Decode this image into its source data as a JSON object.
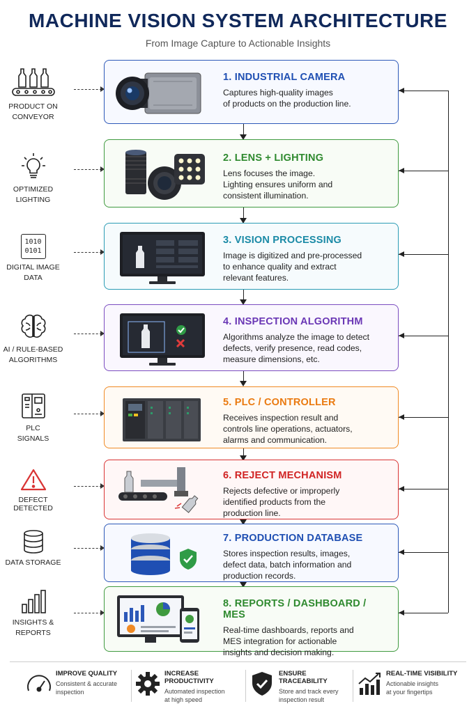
{
  "title": "MACHINE VISION SYSTEM ARCHITECTURE",
  "subtitle": "From Image Capture to Actionable Insights",
  "sides": [
    {
      "line1": "PRODUCT ON",
      "line2": "CONVEYOR",
      "icon": "bottles-conveyor-icon"
    },
    {
      "line1": "OPTIMIZED",
      "line2": "LIGHTING",
      "icon": "lightbulb-icon"
    },
    {
      "line1": "DIGITAL IMAGE",
      "line2": "DATA",
      "icon": "binary-data-icon",
      "bits1": "1010",
      "bits2": "0101"
    },
    {
      "line1": "AI / RULE-BASED",
      "line2": "ALGORITHMS",
      "icon": "brain-icon"
    },
    {
      "line1": "PLC",
      "line2": "SIGNALS",
      "icon": "plc-module-icon"
    },
    {
      "line1": "DEFECT DETECTED",
      "line2": "",
      "icon": "warning-icon"
    },
    {
      "line1": "DATA STORAGE",
      "line2": "",
      "icon": "database-icon"
    },
    {
      "line1": "INSIGHTS &",
      "line2": "REPORTS",
      "icon": "bar-chart-icon"
    }
  ],
  "steps": [
    {
      "title": "1. INDUSTRIAL CAMERA",
      "l1": "Captures high-quality images",
      "l2": "of products on the production line.",
      "l3": "",
      "l4": ""
    },
    {
      "title": "2. LENS + LIGHTING",
      "l1": "Lens focuses the image.",
      "l2": "Lighting ensures uniform and",
      "l3": "consistent illumination.",
      "l4": ""
    },
    {
      "title": "3. VISION PROCESSING",
      "l1": "Image is digitized and pre-processed",
      "l2": "to enhance quality and extract",
      "l3": "relevant features.",
      "l4": ""
    },
    {
      "title": "4. INSPECTION ALGORITHM",
      "l1": "Algorithms analyze the image to detect",
      "l2": "defects, verify presence, read codes,",
      "l3": "measure dimensions, etc.",
      "l4": ""
    },
    {
      "title": "5. PLC / CONTROLLER",
      "l1": "Receives inspection result and",
      "l2": "controls line operations, actuators,",
      "l3": "alarms and communication.",
      "l4": ""
    },
    {
      "title": "6. REJECT MECHANISM",
      "l1": "Rejects defective or improperly",
      "l2": "identified products from the",
      "l3": "production line.",
      "l4": ""
    },
    {
      "title": "7. PRODUCTION DATABASE",
      "l1": "Stores inspection results, images,",
      "l2": "defect data, batch information and",
      "l3": "production records.",
      "l4": ""
    },
    {
      "title": "8. REPORTS / DASHBOARD / MES",
      "l1": "Real-time dashboards, reports and",
      "l2": "MES integration for actionable",
      "l3": "insights and decision making.",
      "l4": ""
    }
  ],
  "footer": [
    {
      "head": "IMPROVE QUALITY",
      "s1": "Consistent & accurate",
      "s2": "inspection",
      "icon": "gauge-icon"
    },
    {
      "head": "INCREASE PRODUCTIVITY",
      "s1": "Automated inspection",
      "s2": "at high speed",
      "icon": "gear-icon"
    },
    {
      "head": "ENSURE TRACEABILITY",
      "s1": "Store and track every",
      "s2": "inspection result",
      "icon": "shield-check-icon"
    },
    {
      "head": "REAL-TIME VISIBILITY",
      "s1": "Actionable insights",
      "s2": "at your fingertips",
      "icon": "trend-chart-icon"
    }
  ],
  "colors": {
    "title": "#10285a",
    "blue": "#2c58b8",
    "green": "#3f9a3f",
    "teal": "#2a9bb4",
    "purple": "#7b4cc0",
    "orange": "#f08a24",
    "red": "#d93434"
  }
}
